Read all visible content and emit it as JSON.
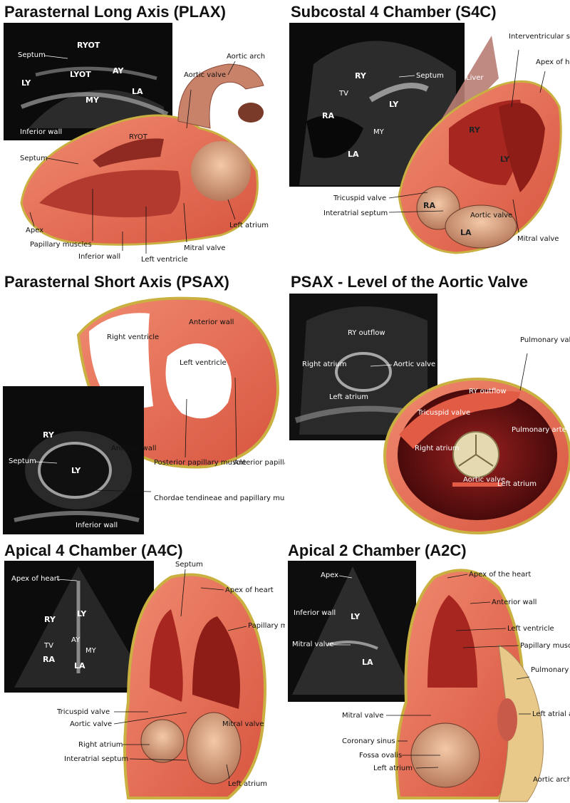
{
  "plax": {
    "title": "Parasternal Long Axis (PLAX)",
    "echo": {
      "ryot": "RYOT",
      "septum": "Septum",
      "lyot": "LYOT",
      "av": "AY",
      "lv": "LY",
      "la": "LA",
      "mv": "MY",
      "inferior_wall": "Inferior wall"
    },
    "labels": {
      "aortic_arch": "Aortic arch",
      "aortic_valve": "Aortic valve",
      "ryot": "RYOT",
      "septum": "Septum",
      "left_atrium": "Left atrium",
      "apex": "Apex",
      "papillary": "Papillary muscles",
      "inferior_wall": "Inferior wall",
      "left_ventricle": "Left ventricle",
      "mitral_valve": "Mitral valve"
    }
  },
  "s4c": {
    "title": "Subcostal 4 Chamber (S4C)",
    "echo": {
      "ry": "RY",
      "septum": "Septum",
      "tv": "TV",
      "ly": "LY",
      "ra": "RA",
      "mv": "MY",
      "la": "LA"
    },
    "labels": {
      "liver": "Liver",
      "ivs": "Interventricular septum",
      "apex": "Apex of heart",
      "ry": "RY",
      "ly": "LY",
      "tricuspid": "Tricuspid valve",
      "ra": "RA",
      "interatrial": "Interatrial septum",
      "aortic_valve": "Aortic valve",
      "la": "LA",
      "mitral": "Mitral valve"
    }
  },
  "psax": {
    "title": "Parasternal Short Axis (PSAX)",
    "labels": {
      "right_ventricle": "Right ventricle",
      "anterior_wall": "Anterior wall",
      "left_ventricle": "Left ventricle",
      "posterior_pap": "Posterior papillary muscle",
      "anterior_pap": "Anterior papillary muscle",
      "chordae": "Chordae tendineae and papillary muscles"
    },
    "echo": {
      "ry": "RY",
      "septum": "Septum",
      "ly": "LY",
      "anterior_wall": "Anterior wall",
      "inferior_wall": "Inferior wall"
    }
  },
  "psax_av": {
    "title": "PSAX - Level of the Aortic Valve",
    "echo": {
      "ry_outflow": "RY outflow",
      "right_atrium": "Right atrium",
      "aortic_valve": "Aortic valve",
      "left_atrium": "Left atrium"
    },
    "labels": {
      "pulmonary_valve": "Pulmonary valve",
      "ry_outflow": "RY outflow",
      "tricuspid": "Tricuspid valve",
      "pulmonary_artery": "Pulmonary artery",
      "right_atrium": "Right atrium",
      "aortic_valve": "Aortic valve",
      "left_atrium": "Left atrium"
    }
  },
  "a4c": {
    "title": "Apical 4 Chamber (A4C)",
    "echo": {
      "apex": "Apex of heart",
      "ry": "RY",
      "ly": "LY",
      "av": "AY",
      "tv": "TV",
      "mv": "MY",
      "ra": "RA",
      "la": "LA"
    },
    "labels": {
      "septum": "Septum",
      "apex": "Apex of heart",
      "papillary": "Papillary muscles",
      "tricuspid": "Tricuspid valve",
      "aortic_valve": "Aortic valve",
      "mitral": "Mitral valve",
      "right_atrium": "Right atrium",
      "interatrial": "Interatrial septum",
      "left_atrium": "Left atrium"
    }
  },
  "a2c": {
    "title": "Apical 2 Chamber (A2C)",
    "echo": {
      "apex": "Apex",
      "inferior_wall": "Inferior wall",
      "ly": "LY",
      "mitral": "Mitral valve",
      "la": "LA"
    },
    "labels": {
      "apex": "Apex of the heart",
      "anterior_wall": "Anterior wall",
      "left_ventricle": "Left ventricle",
      "papillary": "Papillary muscles",
      "pulmonary_trunk": "Pulmonary trunk",
      "mitral": "Mitral valve",
      "left_atrial_app": "Left atrial appendage",
      "coronary_sinus": "Coronary sinus",
      "fossa_ovalis": "Fossa ovalis",
      "left_atrium": "Left atrium",
      "aortic_arch": "Aortic arch"
    }
  }
}
